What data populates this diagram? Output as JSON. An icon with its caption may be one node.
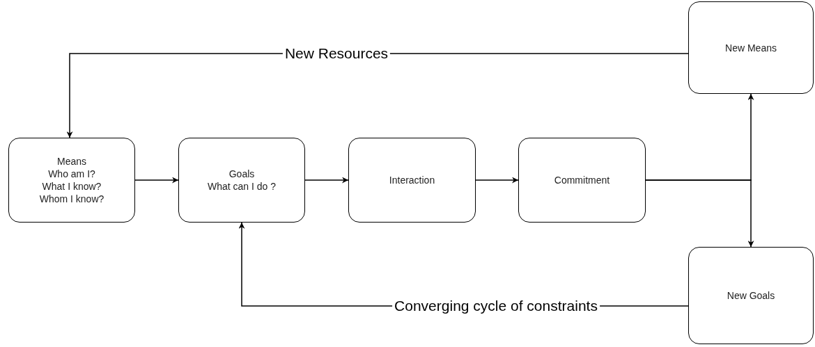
{
  "diagram": {
    "nodes": [
      {
        "text": [
          "Means",
          "Who am I?",
          "What I know?",
          "Whom I know?"
        ]
      },
      {
        "text": [
          "Goals",
          "What can I do ?"
        ]
      },
      {
        "text": [
          "Interaction"
        ]
      },
      {
        "text": [
          "Commitment"
        ]
      },
      {
        "text": [
          "New Means"
        ]
      },
      {
        "text": [
          "New Goals"
        ]
      }
    ],
    "edges": [
      {
        "from": 0,
        "to": 1,
        "arrow": "to"
      },
      {
        "from": 1,
        "to": 2,
        "arrow": "to"
      },
      {
        "from": 2,
        "to": 3,
        "arrow": "to"
      },
      {
        "from": 3,
        "to": 4,
        "arrow": "to"
      },
      {
        "from": 3,
        "to": 5,
        "arrow": "to"
      },
      {
        "from": 4,
        "to": 0,
        "arrow": "to",
        "label": "New Resources"
      },
      {
        "from": 5,
        "to": 1,
        "arrow": "to",
        "label": "Converging cycle of constraints"
      }
    ]
  }
}
